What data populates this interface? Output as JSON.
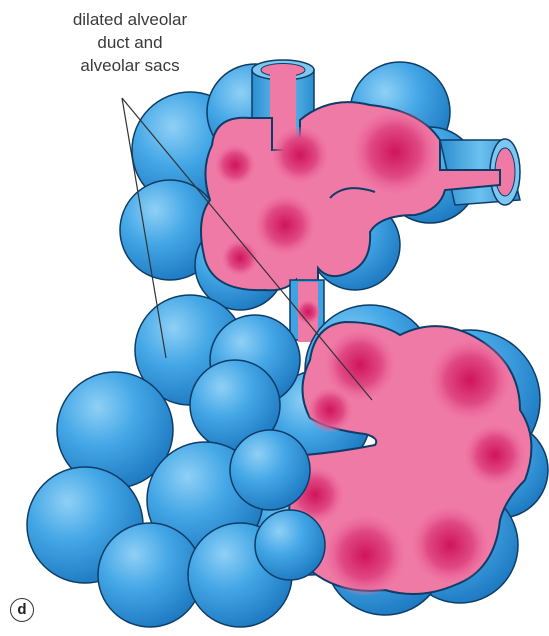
{
  "label": {
    "line1": "dilated alveolar",
    "line2": "duct and",
    "line3": "alveolar sacs"
  },
  "panel_letter": "d",
  "colors": {
    "wall_blue": "#3ea3e3",
    "wall_blue_dark": "#1d6fb0",
    "lumen_pink": "#f07aa6",
    "lumen_magenta": "#d81b63",
    "outline": "#0d3d66"
  }
}
